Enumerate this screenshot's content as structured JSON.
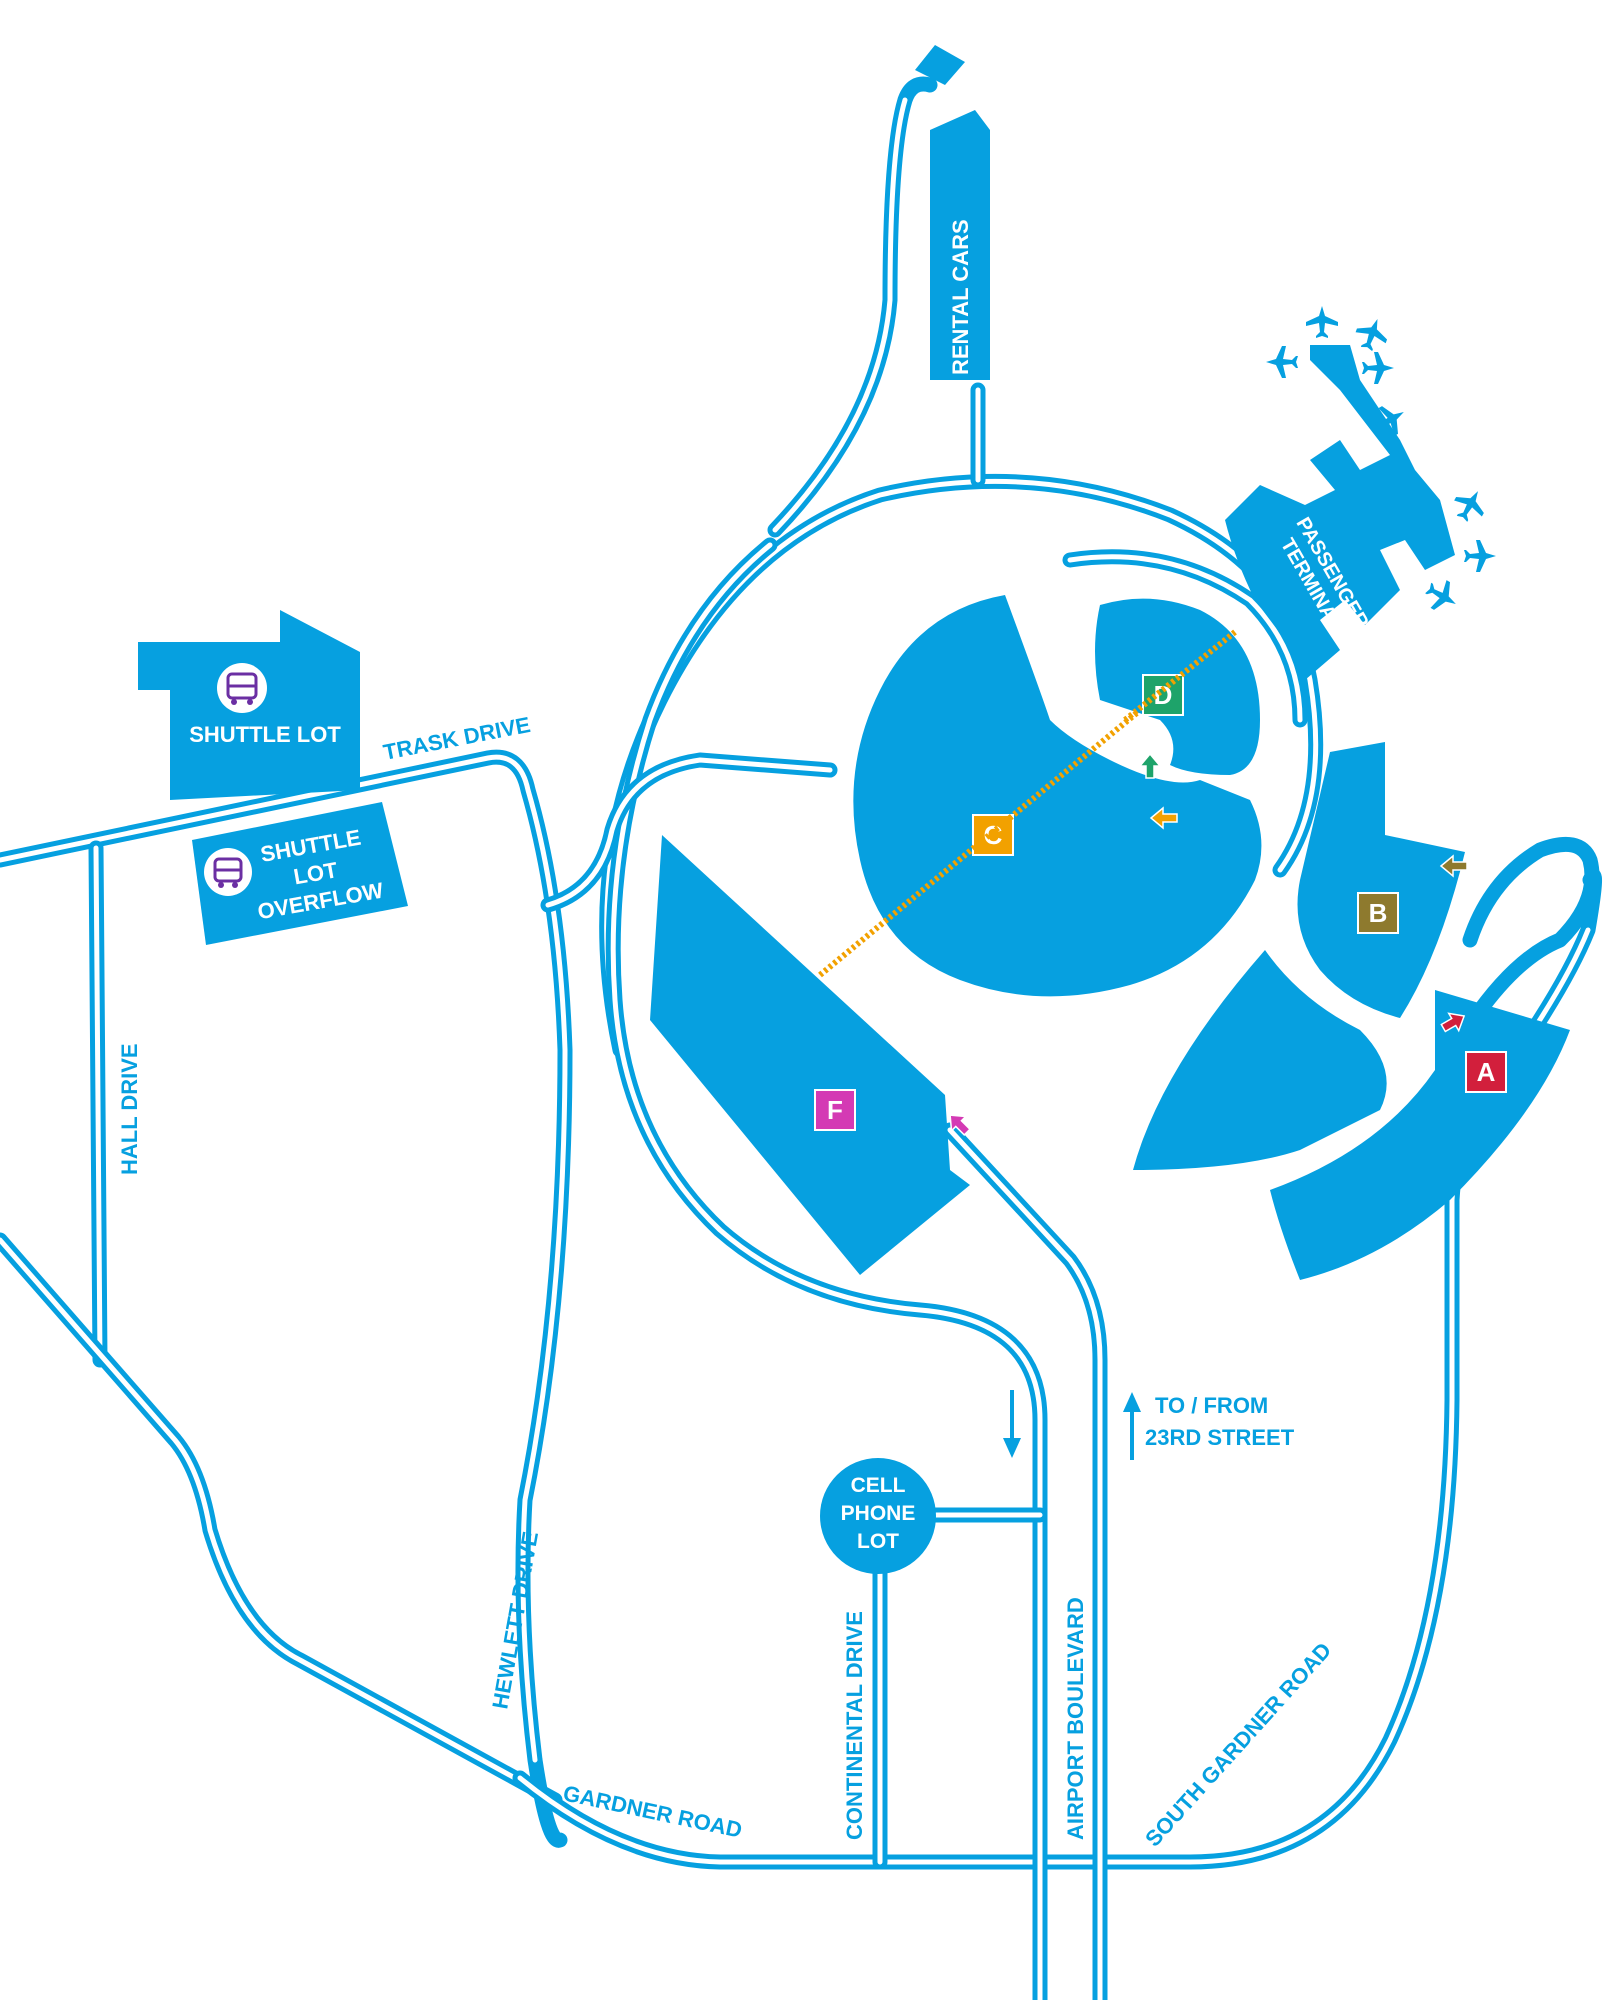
{
  "colors": {
    "road": "#06a0e0",
    "background": "#ffffff",
    "shuttle_icon": "#6b2fa3",
    "lot_a": "#d21f3c",
    "lot_b": "#8e7a2e",
    "lot_c": "#f2a100",
    "lot_d": "#1ea36a",
    "lot_f": "#d43ab4"
  },
  "roads": {
    "trask_drive": "TRASK DRIVE",
    "hall_drive": "HALL DRIVE",
    "hewlett_drive": "HEWLETT DRIVE",
    "gardner_road": "GARDNER ROAD",
    "continental_drive": "CONTINENTAL DRIVE",
    "airport_boulevard": "AIRPORT BOULEVARD",
    "south_gardner_road": "SOUTH GARDNER ROAD"
  },
  "places": {
    "rental_cars": "RENTAL CARS",
    "passenger_terminal_line1": "PASSENGER",
    "passenger_terminal_line2": "TERMINAL",
    "shuttle_lot": "SHUTTLE LOT",
    "overflow_line1": "SHUTTLE",
    "overflow_line2": "LOT",
    "overflow_line3": "OVERFLOW",
    "cell_line1": "CELL",
    "cell_line2": "PHONE",
    "cell_line3": "LOT",
    "to_from_line1": "TO / FROM",
    "to_from_line2": "23RD STREET"
  },
  "lots": {
    "a": "A",
    "b": "B",
    "c": "C",
    "d": "D",
    "f": "F"
  },
  "icons": [
    "bus-icon",
    "airplane-icon",
    "arrow-up-icon",
    "arrow-down-icon",
    "entrance-arrow-icon"
  ]
}
